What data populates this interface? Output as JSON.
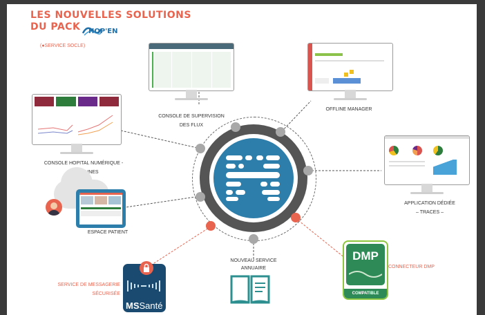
{
  "title": {
    "line1": "LES NOUVELLES SOLUTIONS",
    "line2": "DU PACK"
  },
  "brand": "HOP'EN",
  "legend": "(●SERVICE SOCLE)",
  "nodes": {
    "supervision": {
      "line1": "CONSOLE DE SUPERVISION",
      "line2": "DES FLUX"
    },
    "offline": {
      "line1": "OFFLINE MANAGER"
    },
    "console": {
      "line1": "CONSOLE HOPITAL NUMÉRIQUE -",
      "line2": "7 DOMAINES"
    },
    "application": {
      "line1": "APPLICATION DÉDIÉE",
      "line2": "– TRACES –"
    },
    "patient": {
      "line1": "ESPACE PATIENT"
    },
    "annuaire": {
      "line1": "NOUVEAU SERVICE",
      "line2": "ANNUAIRE"
    },
    "messagerie": {
      "line1": "SERVICE DE MESSAGERIE",
      "line2": "SÉCURISÉE"
    },
    "dmp": {
      "line1": "CONNECTEUR DMP"
    }
  },
  "mssante": {
    "ms": "MS",
    "sante": "Santé"
  },
  "dmp_logo": {
    "text": "DMP",
    "badge": "COMPATIBLE"
  },
  "colors": {
    "accent": "#e8644f",
    "hub_blue": "#2d7eab",
    "ring": "#555555",
    "service_dot": "#a8a8a8"
  }
}
